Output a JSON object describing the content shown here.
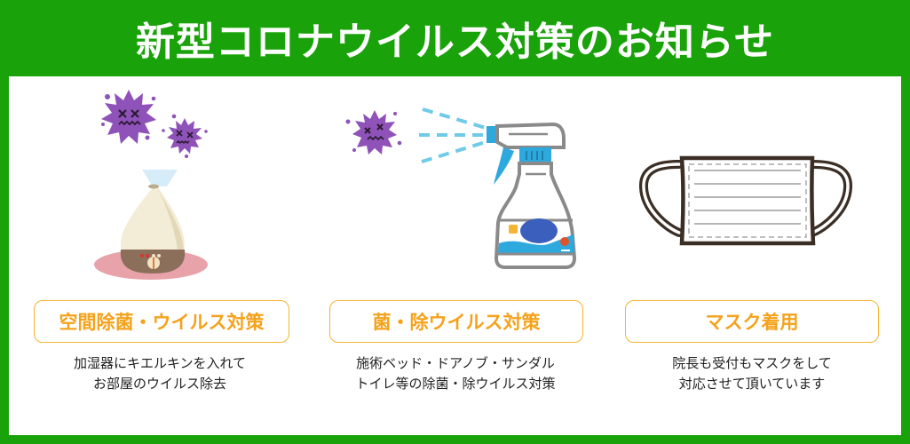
{
  "header": {
    "title": "新型コロナウイルス対策のお知らせ"
  },
  "colors": {
    "brand_green": "#1aa20a",
    "badge_border": "#f5b432",
    "badge_text": "#f5a21a",
    "virus_purple": "#8e52b8",
    "spray_blue": "#2ea9de"
  },
  "sections": [
    {
      "illustration": "humidifier-with-virus",
      "badge": "空間除菌・ウイルス対策",
      "description": [
        "加湿器にキエルキンを入れて",
        "お部屋のウイルス除去"
      ]
    },
    {
      "illustration": "spray-bottle-with-virus",
      "badge": "菌・除ウイルス対策",
      "description": [
        "施術ベッド・ドアノブ・サンダル",
        "トイレ等の除菌・除ウイルス対策"
      ]
    },
    {
      "illustration": "face-mask",
      "badge": "マスク着用",
      "description": [
        "院長も受付もマスクをして",
        "対応させて頂いています"
      ]
    }
  ]
}
